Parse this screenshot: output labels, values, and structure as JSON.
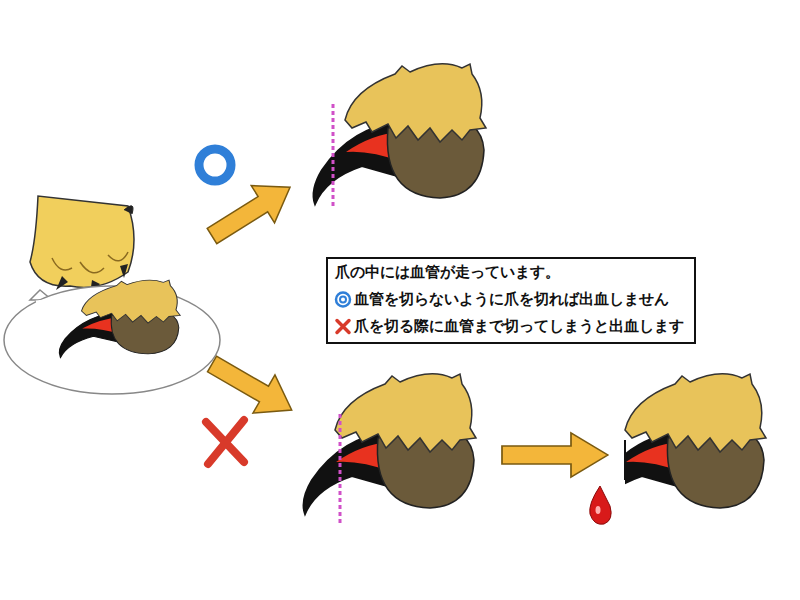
{
  "diagram": {
    "nodes": [
      {
        "text": [
          "爪の中には血管が走っています。",
          "血管を切らないように爪を切れば出血しません",
          "爪を切る際に血管まで切ってしまうと出血します"
        ]
      }
    ]
  }
}
